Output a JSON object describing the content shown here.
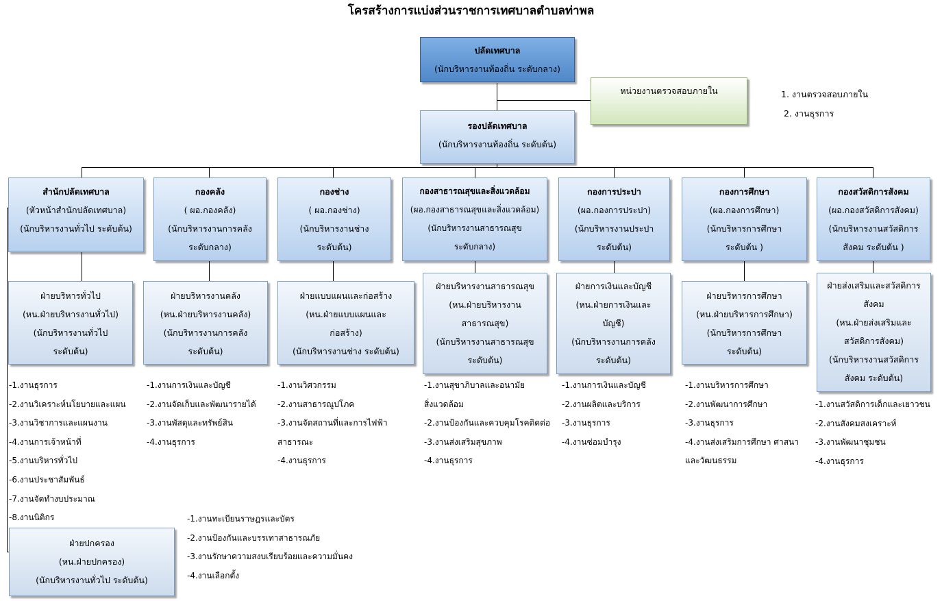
{
  "title": "โครสร้างการแบ่งส่วนราชการเทศบาลตำบลท่าพล",
  "top": {
    "line1": "ปลัดเทศบาล",
    "line2": "(นักบริหารงานท้องถิ่น ระดับกลาง)"
  },
  "audit": {
    "title": "หน่วยงานตรวจสอบภายใน",
    "items": [
      "1. งานตรวจสอบภายใน",
      "2. งานธุรการ"
    ]
  },
  "deputy": {
    "line1": "รองปลัดเทศบาล",
    "line2": "(นักบริหารงานท้องถิ่น ระดับต้น)"
  },
  "departments": [
    {
      "lines": [
        "สำนักปลัดเทศบาล",
        "(หัวหน้าสำนักปลัดเทศบาล)",
        "(นักบริหารงานทั่วไป ระดับต้น)"
      ],
      "section": [
        "ฝ่ายบริหารทั่วไป",
        "(หน.ฝ่ายบริหารงานทั่วไป)",
        "(นักบริหารงานทั่วไป",
        "ระดับต้น)"
      ],
      "tasks": [
        "-1.งานธุรการ",
        "-2.งานวิเคราะห์นโยบายและแผน",
        "-3.งานวิชาการและแผนงาน",
        "-4.งานการเจ้าหน้าที่",
        "-5.งานบริหารทั่วไป",
        "-6.งานประชาสัมพันธ์",
        "-7.งานจัดทำงบประมาณ",
        "-8.งานนิติกร"
      ]
    },
    {
      "lines": [
        "กองคลัง",
        "( ผอ.กองคลัง)",
        "(นักบริหารงานการคลัง",
        "ระดับกลาง)"
      ],
      "section": [
        "ฝ่ายบริหารงานคลัง",
        "(หน.ฝ่ายบริหารงานคลัง)",
        "(นักบริหารงานการคลัง",
        "ระดับต้น)"
      ],
      "tasks": [
        "-1.งานการเงินและบัญชี",
        "-2.งานจัดเก็บและพัฒนารายได้",
        "-3.งานพัสดุและทรัพย์สิน",
        "-4.งานธุรการ"
      ]
    },
    {
      "lines": [
        "กองช่าง",
        "( ผอ.กองช่าง)",
        "(นักบริหารงานช่าง",
        "ระดับต้น)"
      ],
      "section": [
        "ฝ่ายแบบแผนและก่อสร้าง",
        "(หน.ฝ่ายแบบแผนและ",
        "ก่อสร้าง)",
        "(นักบริหารงานช่าง ระดับต้น)"
      ],
      "tasks": [
        "-1.งานวิศวกรรม",
        "-2.งานสาธารณูปโภค",
        "-3.งานจัดสถานที่และการไฟฟ้า",
        "สาธารณะ",
        "-4.งานธุรการ"
      ]
    },
    {
      "lines": [
        "กองสาธารณสุขและสิ่งแวดล้อม",
        "(ผอ.กองสาธารณสุขและสิ่งแวดล้อม)",
        "(นักบริหารงานสาธารณสุข",
        "ระดับกลาง)"
      ],
      "section": [
        "ฝ่ายบริหารงานสาธารณสุข",
        "(หน.ฝ่ายบริหารงาน",
        "สาธารณสุข)",
        "(นักบริหารงานสาธารณสุข",
        "ระดับต้น)"
      ],
      "tasks": [
        "-1.งานสุขาภิบาลและอนามัย",
        "สิ่งแวดล้อม",
        "-2.งานป้องกันและควบคุมโรคติดต่อ",
        "-3.งานส่งเสริมสุขภาพ",
        "-4.งานธุรการ"
      ]
    },
    {
      "lines": [
        "กองการประปา",
        "(ผอ.กองการประปา)",
        "(นักบริหารงานประปา",
        "ระดับต้น)"
      ],
      "section": [
        "ฝ่ายการเงินและบัญชี",
        "(หน.ฝ่ายการเงินและ",
        "บัญชี)",
        "(นักบริหารงานการคลัง",
        "ระดับต้น)"
      ],
      "tasks": [
        "-1.งานการเงินและบัญชี",
        "-2.งานผลิตและบริการ",
        "-3.งานธุรการ",
        "-4.งานซ่อมบำรุง"
      ]
    },
    {
      "lines": [
        "กองการศึกษา",
        "(ผอ.กองการศึกษา)",
        "(นักบริหารการศึกษา",
        "ระดับต้น )"
      ],
      "section": [
        "ฝ่ายบริหารการศึกษา",
        "(หน.ฝ่ายบริหารการศึกษา)",
        "(นักบริหารการศึกษา",
        "ระดับต้น)"
      ],
      "tasks": [
        "-1.งานบริหารการศึกษา",
        "-2.งานพัฒนาการศึกษา",
        "-3.งานธุรการ",
        "-4.งานส่งเสริมการศึกษา  ศาสนา",
        "และวัฒนธรรม"
      ]
    },
    {
      "lines": [
        "กองสวัสดิการสังคม",
        "(ผอ.กองสวัสดิการสังคม)",
        "(นักบริหารงานสวัสดิการ",
        "สังคม ระดับต้น )"
      ],
      "section": [
        "ฝ่ายส่งเสริมและสวัสดิการ",
        "สังคม",
        "(หน.ฝ่ายส่งเสริมและ",
        "สวัสดิการสังคม)",
        "(นักบริหารงานสวัสดิการ",
        "สังคม ระดับต้น)"
      ],
      "tasks": [
        "-1.งานสวัสดิการเด็กและเยาวชน",
        "-2.งานสังคมสงเคราะห์",
        "-3.งานพัฒนาชุมชน",
        "-4.งานธุรการ"
      ]
    }
  ],
  "governance": {
    "lines": [
      "ฝ่ายปกครอง",
      "(หน.ฝ่ายปกครอง)",
      "(นักบริหารงานทั่วไป ระดับต้น)"
    ],
    "tasks": [
      "-1.งานทะเบียนราษฎรและบัตร",
      "-2.งานป้องกันและบรรเทาสาธารณภัย",
      "-3.งานรักษาความสงบเรียบร้อยและความมั่นคง",
      "-4.งานเลือกตั้ง"
    ]
  },
  "colors": {
    "dark_box": "#4f87c9",
    "mid_box": "#b7d0ee",
    "green_box": "#d3e6bd"
  }
}
